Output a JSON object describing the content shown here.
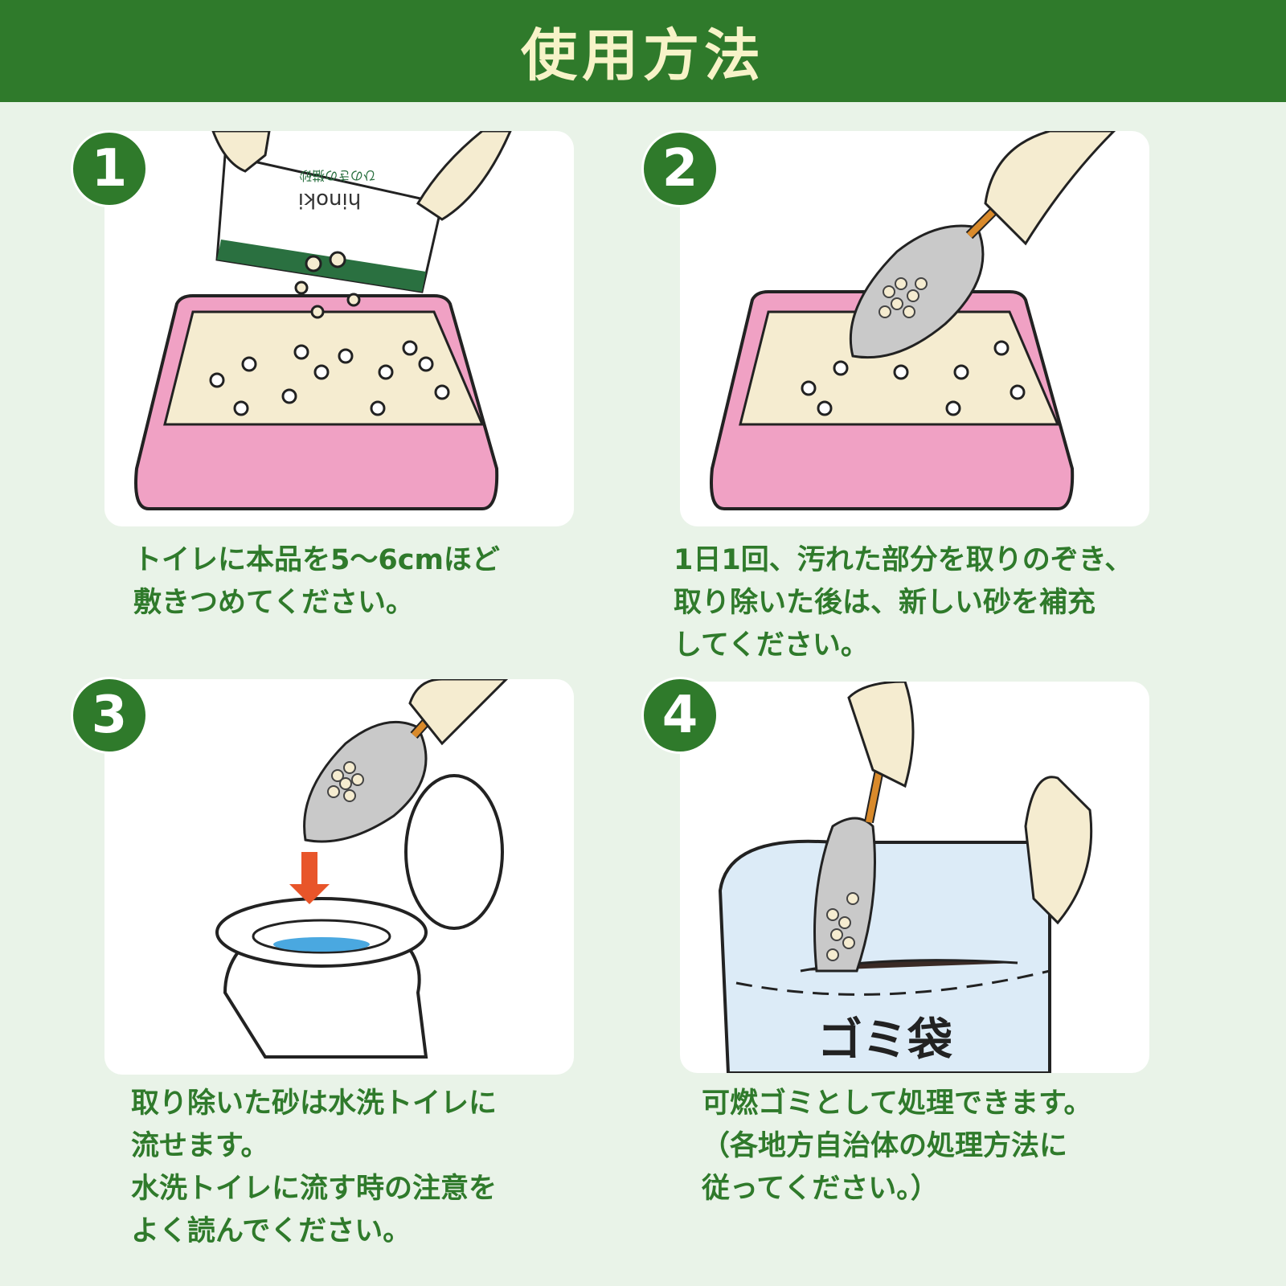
{
  "header": {
    "title": "使用方法"
  },
  "steps": [
    {
      "number": "1",
      "lines": [
        "トイレに本品を5〜6cmほど",
        "敷きつめてください。"
      ],
      "bag_brand": "hinoki",
      "bag_label": "ひのきの猫砂"
    },
    {
      "number": "2",
      "lines": [
        "1日1回、汚れた部分を取りのぞき、",
        "取り除いた後は、新しい砂を補充",
        "してください。"
      ]
    },
    {
      "number": "3",
      "lines": [
        "取り除いた砂は水洗トイレに",
        "流せます。",
        "水洗トイレに流す時の注意を",
        "よく読んでください。"
      ]
    },
    {
      "number": "4",
      "lines": [
        "可燃ゴミとして処理できます。",
        "（各地方自治体の処理方法に",
        "従ってください。）"
      ],
      "bag_text": "ゴミ袋"
    }
  ],
  "colors": {
    "accent": "#2f7a2b",
    "background": "#e9f3e8",
    "title": "#f7f3c8",
    "litter_box": "#f0a1c4",
    "litter": "#f5ecd0"
  }
}
